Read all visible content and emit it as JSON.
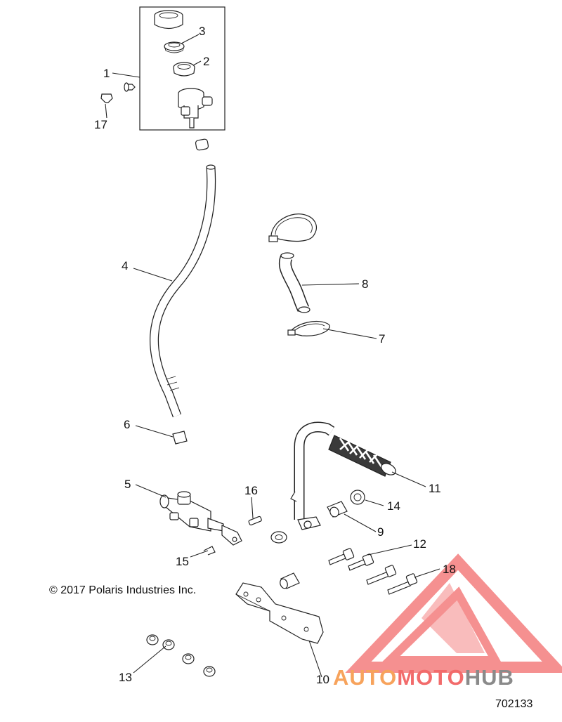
{
  "labels": {
    "l1": "1",
    "l2": "2",
    "l3": "3",
    "l4": "4",
    "l5": "5",
    "l6": "6",
    "l7": "7",
    "l8": "8",
    "l9": "9",
    "l10": "10",
    "l11": "11",
    "l12": "12",
    "l13": "13",
    "l14": "14",
    "l15": "15",
    "l16": "16",
    "l17": "17",
    "l18": "18"
  },
  "copyright": "© 2017 Polaris Industries Inc.",
  "figure_number": "702133",
  "watermark": {
    "part1": "AUTO",
    "part2": "MOTO",
    "part3": "HUB",
    "colors": {
      "orange": "#f7a35c",
      "red": "#f26b6b",
      "gray": "#8a8a8a"
    }
  }
}
